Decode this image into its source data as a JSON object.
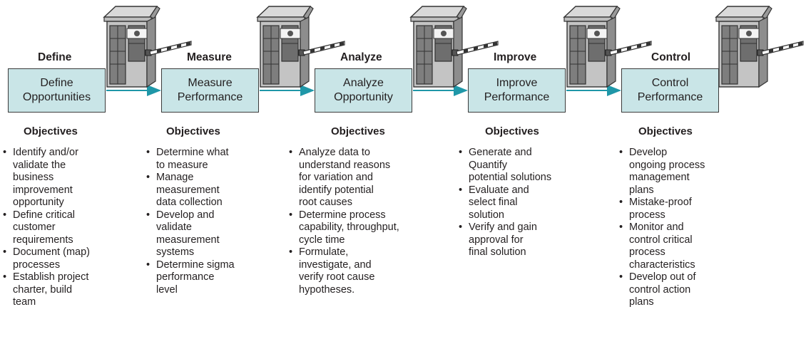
{
  "phases": [
    {
      "heading": "Define",
      "box_label": "Define\nOpportunities",
      "objectives_heading": "Objectives",
      "objectives": [
        "Identify and/or\nvalidate the\nbusiness\nimprovement\nopportunity",
        "Define critical\ncustomer\nrequirements",
        "Document (map)\nprocesses",
        "Establish project\ncharter, build\nteam"
      ]
    },
    {
      "heading": "Measure",
      "box_label": "Measure\nPerformance",
      "objectives_heading": "Objectives",
      "objectives": [
        "Determine what\nto measure",
        "Manage\nmeasurement\ndata collection",
        "Develop and\nvalidate\nmeasurement\nsystems",
        "Determine sigma\nperformance\nlevel"
      ]
    },
    {
      "heading": "Analyze",
      "box_label": "Analyze\nOpportunity",
      "objectives_heading": "Objectives",
      "objectives": [
        "Analyze data to\nunderstand reasons\nfor variation and\nidentify potential\nroot causes",
        "Determine process\ncapability, throughput,\ncycle time",
        "Formulate,\ninvestigate, and\nverify root cause\nhypotheses."
      ]
    },
    {
      "heading": "Improve",
      "box_label": "Improve\nPerformance",
      "objectives_heading": "Objectives",
      "objectives": [
        "Generate and\nQuantify\npotential solutions",
        "Evaluate and\nselect final\nsolution",
        "Verify and gain\napproval for\nfinal solution"
      ]
    },
    {
      "heading": "Control",
      "box_label": "Control\nPerformance",
      "objectives_heading": "Objectives",
      "objectives": [
        "Develop\nongoing process\nmanagement\nplans",
        "Mistake-proof\nprocess",
        "Monitor and\ncontrol critical\nprocess\ncharacteristics",
        "Develop out of\ncontrol action\nplans"
      ]
    }
  ],
  "icons": [
    "gatehouse-icon"
  ],
  "colors": {
    "box_fill": "#c9e5e7",
    "arrow": "#1f97a8",
    "outline": "#3b3b3b"
  }
}
